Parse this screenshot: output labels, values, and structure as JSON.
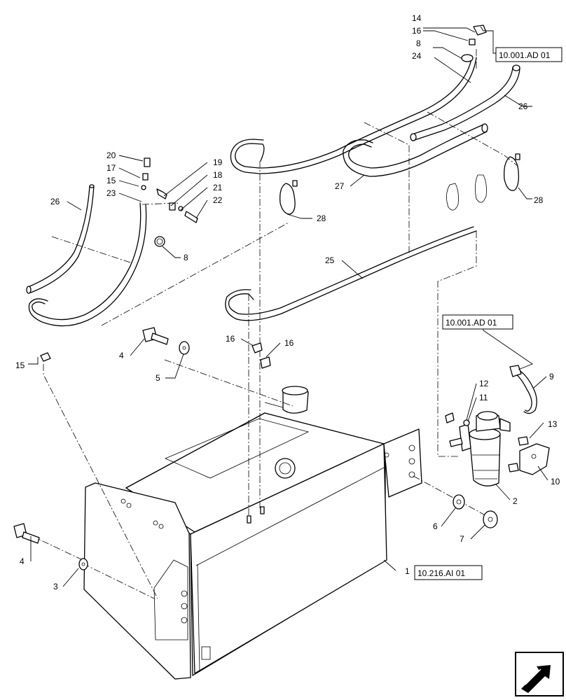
{
  "labels": {
    "c1": "1",
    "c2": "2",
    "c3": "3",
    "c4a": "4",
    "c4b": "4",
    "c5": "5",
    "c6": "6",
    "c7": "7",
    "c8a": "8",
    "c8b": "8",
    "c9": "9",
    "c10": "10",
    "c11": "11",
    "c12": "12",
    "c13": "13",
    "c14": "14",
    "c15a": "15",
    "c15b": "15",
    "c16a": "16",
    "c16b": "16",
    "c16c": "16",
    "c17": "17",
    "c18": "18",
    "c19": "19",
    "c20": "20",
    "c21": "21",
    "c22": "22",
    "c23": "23",
    "c24": "24",
    "c25": "25",
    "c26a": "26",
    "c26b": "26",
    "c27": "27",
    "c28a": "28",
    "c28b": "28"
  },
  "references": {
    "ref_top": "10.001.AD 01",
    "ref_filter": "10.001.AD 01",
    "ref_tank": "10.216.AI 01"
  },
  "nav": {
    "icon": "arrow-icon"
  }
}
